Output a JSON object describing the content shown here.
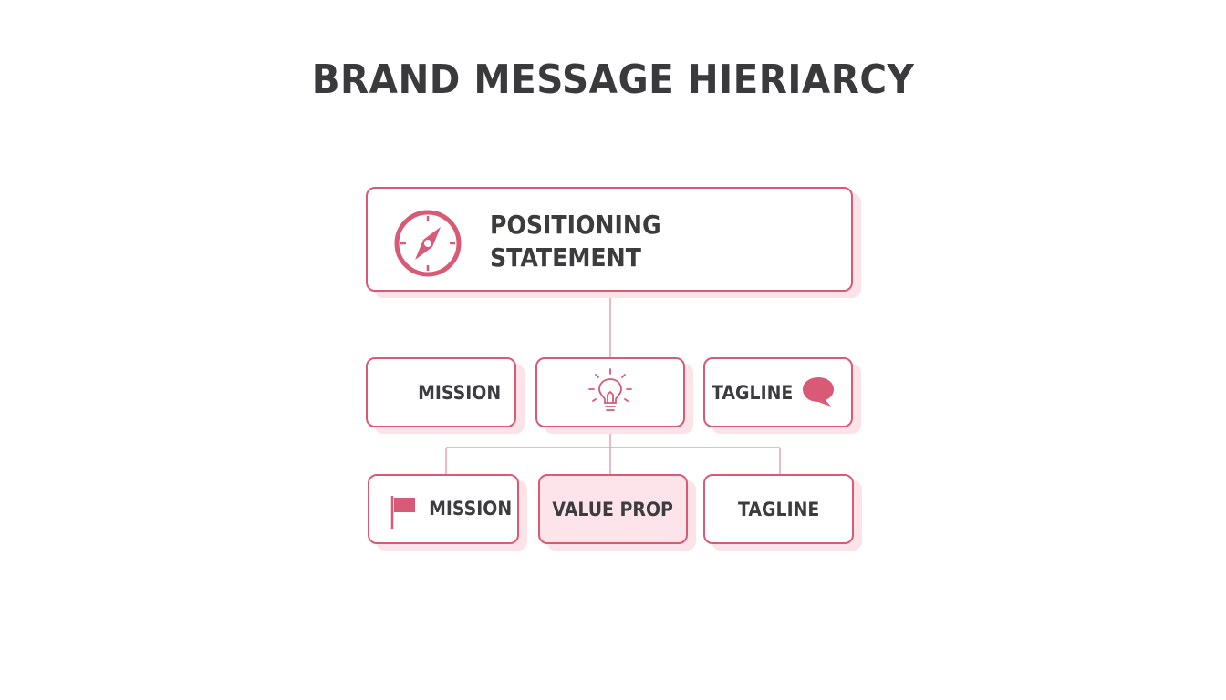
{
  "title": "BRAND MESSAGE HIERIARCY",
  "colors": {
    "accent": "#d95a76",
    "shadow": "#fbe3e8",
    "fill": "#fce4ea",
    "text": "#3c3c3e"
  },
  "top": {
    "label": "POSITIONING STATEMENT",
    "icon": "compass-icon"
  },
  "middle": [
    {
      "label": "MISSION"
    },
    {
      "label": "",
      "icon": "lightbulb-icon"
    },
    {
      "label": "TAGLINE",
      "icon": "speech-bubble-icon"
    }
  ],
  "bottom": [
    {
      "label": "MISSION",
      "icon": "flag-icon"
    },
    {
      "label": "VALUE PROP"
    },
    {
      "label": "TAGLINE"
    }
  ]
}
